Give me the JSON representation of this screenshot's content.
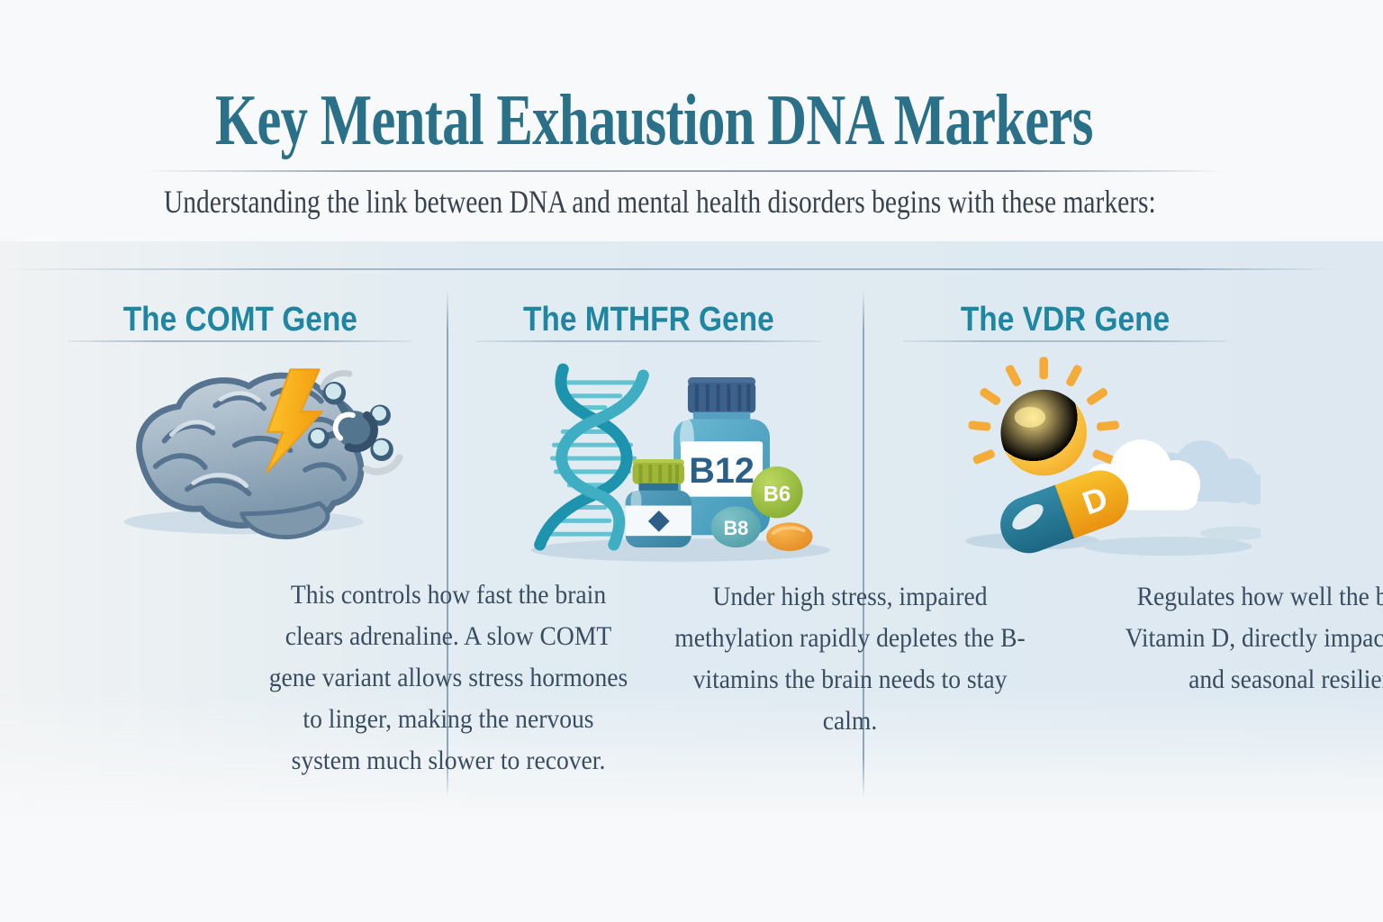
{
  "header": {
    "title": "Key Mental Exhaustion DNA Markers",
    "subtitle": "Understanding the link between DNA and mental health disorders begins with these markers:"
  },
  "columns": [
    {
      "heading": "The COMT Gene",
      "body": "This controls how fast the brain clears adrenaline. A slow COMT gene variant allows stress hormones to linger, making the nervous system much slower to recover.",
      "illustration": "brain-lightning-molecule-illustration"
    },
    {
      "heading": "The MTHFR Gene",
      "body": "Under high stress, impaired methylation rapidly depletes the B-vitamins the brain needs to stay calm.",
      "illustration": "dna-helix-vitamin-bottles-illustration",
      "labels": {
        "large_bottle": "B12",
        "green_pill": "B6",
        "teal_pill": "B8"
      }
    },
    {
      "heading": "The VDR Gene",
      "body": "Regulates how well the body uses Vitamin D, directly impacting mood and seasonal resilience.",
      "illustration": "sun-cloud-vitamin-d-capsule-illustration",
      "labels": {
        "capsule": "D"
      }
    }
  ],
  "colors": {
    "title_teal": "#2b7089",
    "heading_teal": "#1f86a1",
    "body_text": "#3a4d60",
    "band_blue": "#dde8f0",
    "bolt_yellow": "#f8b01c",
    "dna_teal": "#1d93ad",
    "bottle_blue": "#4a9dbd",
    "pill_green": "#8fb335",
    "pill_teal": "#57a7b2",
    "pill_orange": "#e8922c",
    "capsule_teal": "#27809d",
    "capsule_orange": "#f2a51d",
    "sun_yellow": "#f5b22a"
  }
}
